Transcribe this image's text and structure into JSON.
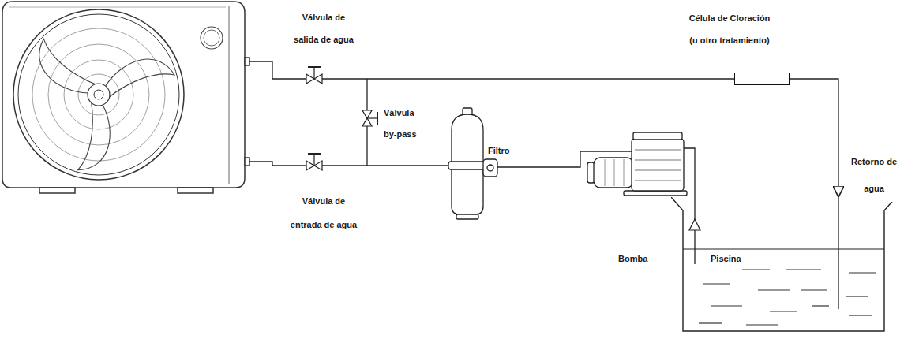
{
  "diagram": {
    "nodes": [
      {
        "text": [
          "Célula de Cloración (u otro tratamiento)"
        ]
      },
      {
        "text": [
          "Piscina"
        ]
      }
    ],
    "edges": [
      {
        "from": 0,
        "to": 1,
        "arrow": "to",
        "label": "Retorno de agua"
      }
    ],
    "labels": [
      "Válvula de salida de agua",
      "Válvula de entrada de agua",
      "Válvula by-pass",
      "Filtro",
      "Bomba"
    ]
  }
}
